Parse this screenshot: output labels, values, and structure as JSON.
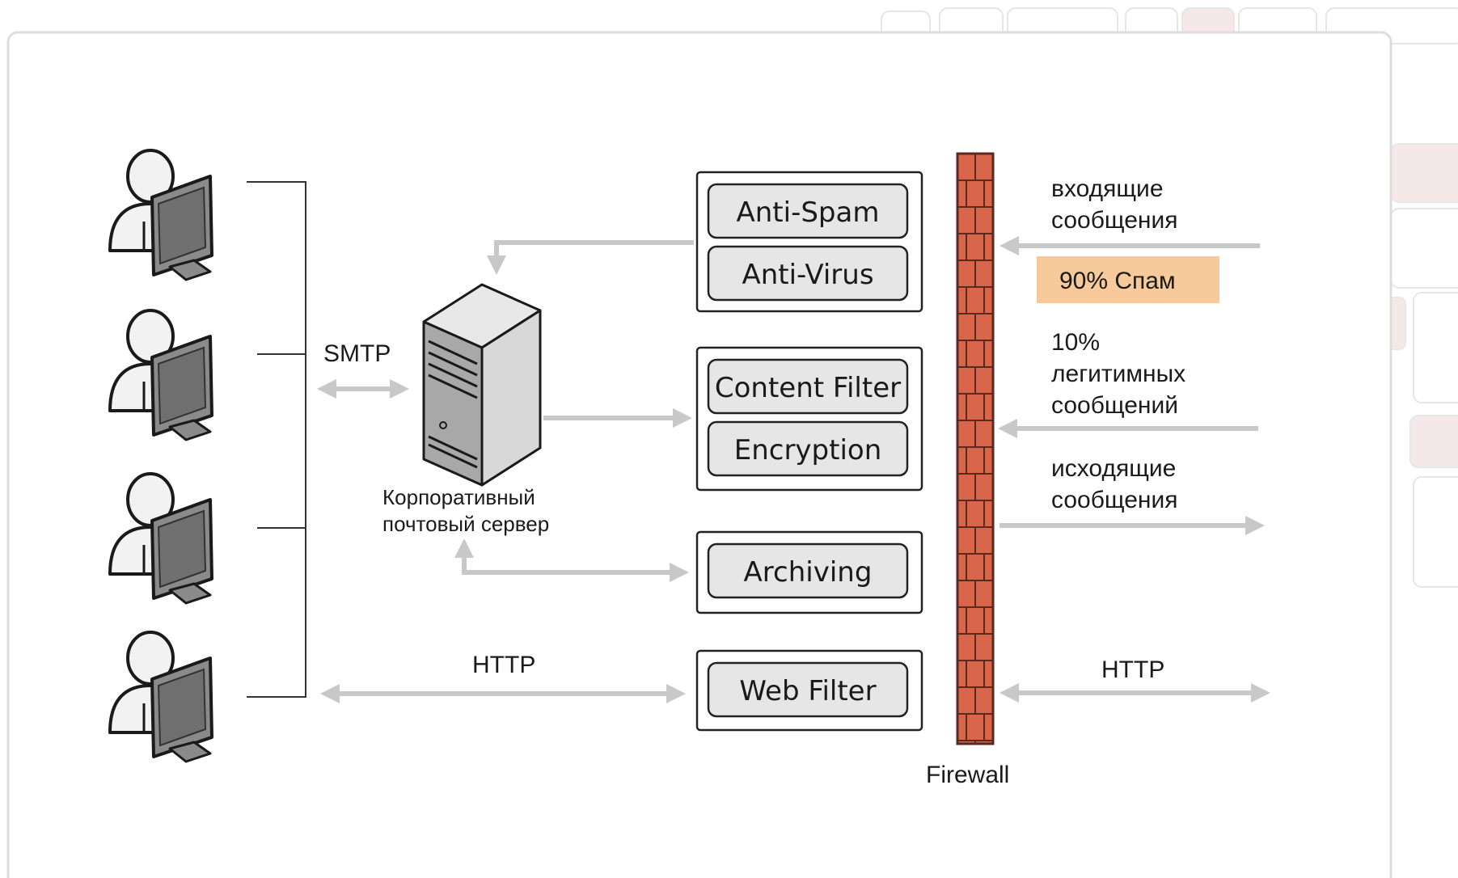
{
  "diagram": {
    "smtp_label": "SMTP",
    "server_caption": {
      "line1": "Корпоративный",
      "line2": "почтовый сервер"
    },
    "http_left_label": "HTTP",
    "http_right_label": "HTTP",
    "firewall_label": "Firewall",
    "modules": {
      "anti_spam": "Anti-Spam",
      "anti_virus": "Anti-Virus",
      "content_filter": "Content Filter",
      "encryption": "Encryption",
      "archiving": "Archiving",
      "web_filter": "Web Filter"
    },
    "incoming": {
      "line1": "входящие",
      "line2": "сообщения"
    },
    "spam_badge": "90% Спам",
    "legit": {
      "line1": "10%",
      "line2": "легитимных",
      "line3": "сообщений"
    },
    "outgoing": {
      "line1": "исходящие",
      "line2": "сообщения"
    },
    "colors": {
      "arrow": "#c8c8c8",
      "brick": "#d9664b",
      "mortar": "#5a2a1f",
      "badge": "#f8c99a",
      "module_fill": "#e6e6e6",
      "bracket": "#333333",
      "user_monitor": "#8a8a8a",
      "server": "#a8a8a8"
    }
  }
}
